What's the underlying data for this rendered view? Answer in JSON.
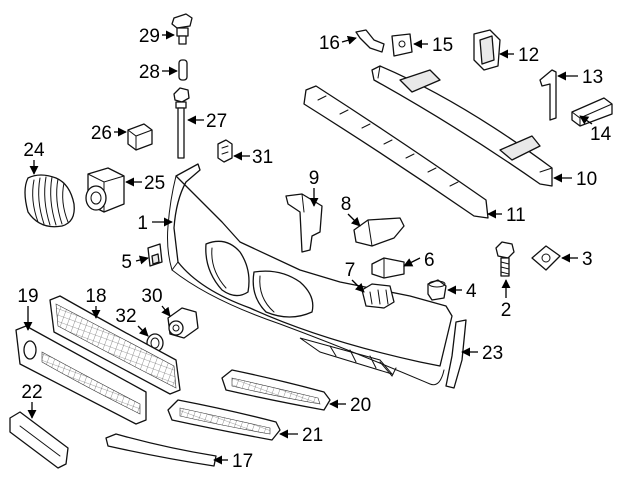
{
  "diagram": {
    "callouts": [
      {
        "id": "c1",
        "label": "1"
      },
      {
        "id": "c2",
        "label": "2"
      },
      {
        "id": "c3",
        "label": "3"
      },
      {
        "id": "c4",
        "label": "4"
      },
      {
        "id": "c5",
        "label": "5"
      },
      {
        "id": "c6",
        "label": "6"
      },
      {
        "id": "c7",
        "label": "7"
      },
      {
        "id": "c8",
        "label": "8"
      },
      {
        "id": "c9",
        "label": "9"
      },
      {
        "id": "c10",
        "label": "10"
      },
      {
        "id": "c11",
        "label": "11"
      },
      {
        "id": "c12",
        "label": "12"
      },
      {
        "id": "c13",
        "label": "13"
      },
      {
        "id": "c14",
        "label": "14"
      },
      {
        "id": "c15",
        "label": "15"
      },
      {
        "id": "c16",
        "label": "16"
      },
      {
        "id": "c17",
        "label": "17"
      },
      {
        "id": "c18",
        "label": "18"
      },
      {
        "id": "c19",
        "label": "19"
      },
      {
        "id": "c20",
        "label": "20"
      },
      {
        "id": "c21",
        "label": "21"
      },
      {
        "id": "c22",
        "label": "22"
      },
      {
        "id": "c23",
        "label": "23"
      },
      {
        "id": "c24",
        "label": "24"
      },
      {
        "id": "c25",
        "label": "25"
      },
      {
        "id": "c26",
        "label": "26"
      },
      {
        "id": "c27",
        "label": "27"
      },
      {
        "id": "c28",
        "label": "28"
      },
      {
        "id": "c29",
        "label": "29"
      },
      {
        "id": "c30",
        "label": "30"
      },
      {
        "id": "c31",
        "label": "31"
      },
      {
        "id": "c32",
        "label": "32"
      }
    ]
  },
  "colors": {
    "line": "#111111",
    "background": "#ffffff",
    "fill": "#ffffff"
  }
}
